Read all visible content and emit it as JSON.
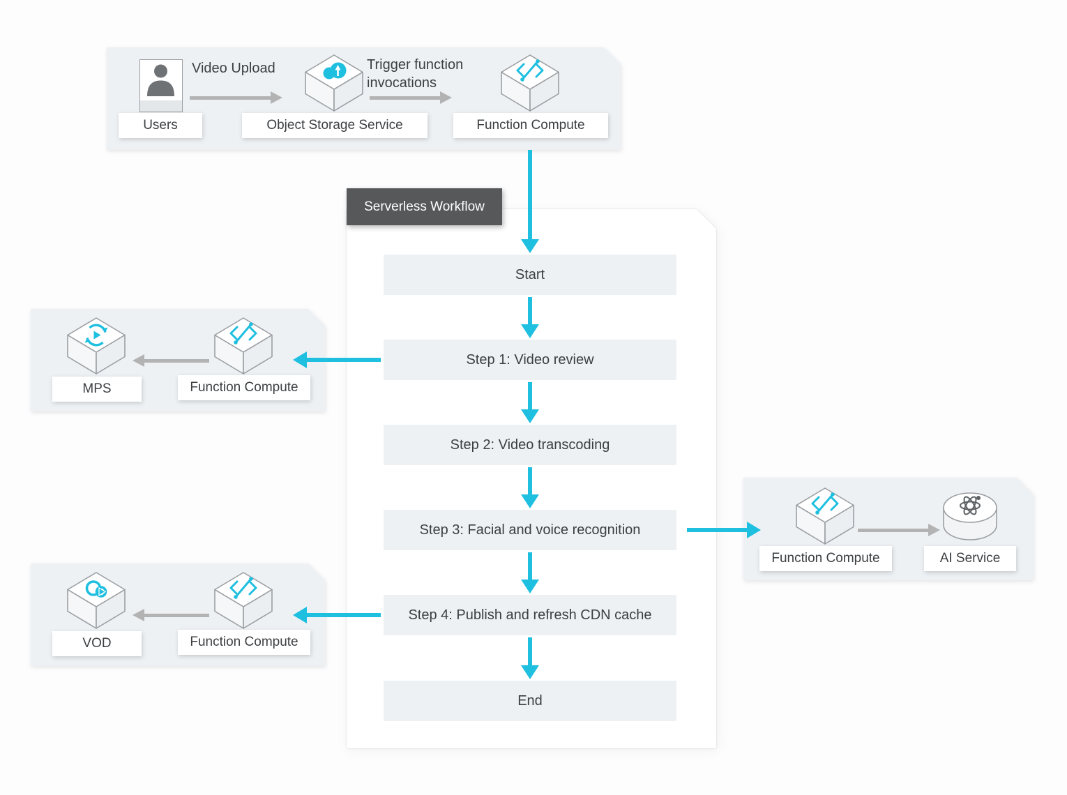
{
  "colors": {
    "accent": "#1FBFE0",
    "arrow_gray": "#B3B3B3",
    "tag_bg": "#56585A",
    "group_bg": "#EDF1F4",
    "panel_bg": "#FFFFFF",
    "step_bg": "#EEF1F3",
    "text": "#3C3F42"
  },
  "upload_flow": {
    "users_label": "Users",
    "upload_arrow_label": "Video Upload",
    "oss_label": "Object Storage Service",
    "trigger_arrow_label": "Trigger function invocations",
    "fc_label": "Function Compute"
  },
  "workflow": {
    "tag": "Serverless Workflow",
    "steps": [
      "Start",
      "Step 1: Video review",
      "Step 2: Video transcoding",
      "Step 3: Facial and voice recognition",
      "Step 4: Publish and refresh CDN cache",
      "End"
    ]
  },
  "mps_group": {
    "service_label": "MPS",
    "fc_label": "Function Compute"
  },
  "vod_group": {
    "service_label": "VOD",
    "fc_label": "Function Compute"
  },
  "ai_group": {
    "fc_label": "Function Compute",
    "service_label": "AI Service"
  }
}
